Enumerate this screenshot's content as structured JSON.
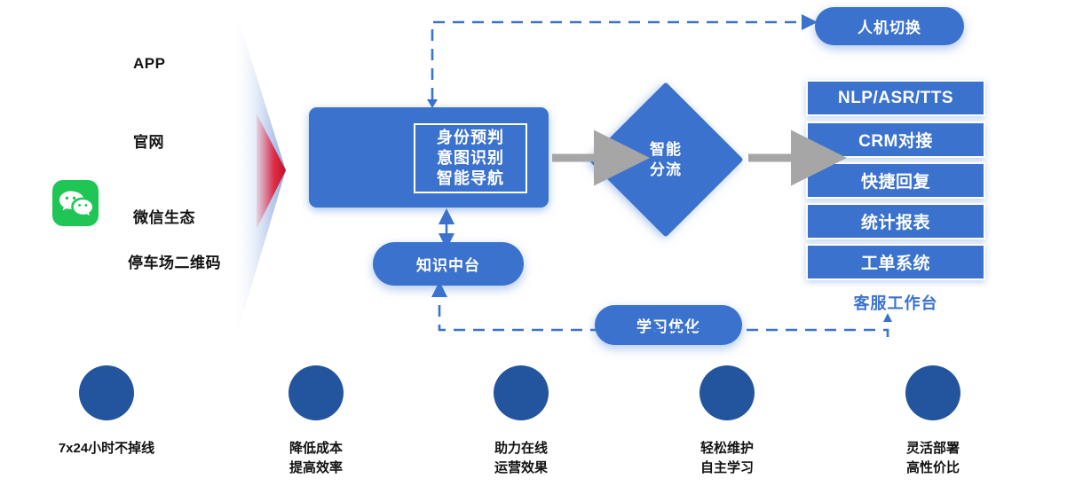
{
  "colors": {
    "primary_blue": "#3b72ce",
    "deep_blue": "#23559f",
    "arrow_gray": "#a6a6a6",
    "funnel_tip_red": "#e0243c",
    "wechat_green": "#20c655",
    "text_black": "#121212"
  },
  "channels": {
    "items": [
      {
        "label": "APP",
        "icon": ""
      },
      {
        "label": "官网",
        "icon": ""
      },
      {
        "label": "微信生态",
        "icon": "wechat-icon"
      },
      {
        "label": "停车场二维码",
        "icon": ""
      }
    ]
  },
  "funnel": {
    "name": "funnel-shape"
  },
  "main_box": {
    "lines": [
      "身份预判",
      "意图识别",
      "智能导航"
    ]
  },
  "diamond": {
    "lines": [
      "智能",
      "分流"
    ]
  },
  "workbench": {
    "boxes": [
      "NLP/ASR/TTS",
      "CRM对接",
      "快捷回复",
      "统计报表",
      "工单系统"
    ],
    "caption": "客服工作台"
  },
  "pills": {
    "handover": "人机切换",
    "knowledge": "知识中台",
    "learning": "学习优化"
  },
  "benefits": {
    "items": [
      {
        "lines": [
          "7x24小时不掉线"
        ]
      },
      {
        "lines": [
          "降低成本",
          "提高效率"
        ]
      },
      {
        "lines": [
          "助力在线",
          "运营效果"
        ]
      },
      {
        "lines": [
          "轻松维护",
          "自主学习"
        ]
      },
      {
        "lines": [
          "灵活部署",
          "高性价比"
        ]
      }
    ]
  }
}
